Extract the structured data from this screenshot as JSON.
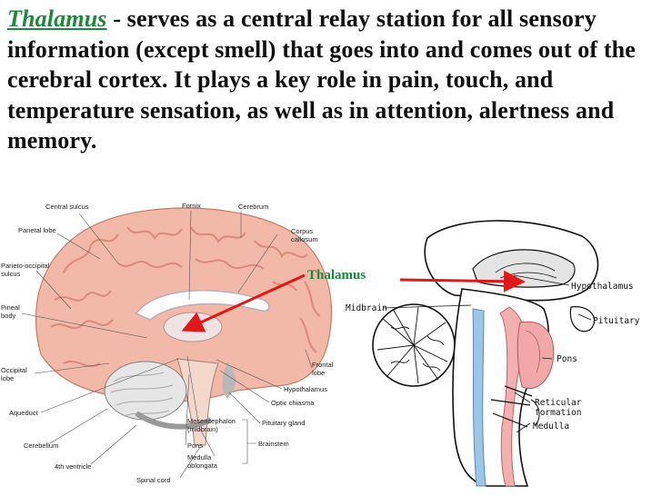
{
  "slide": {
    "term": "Thalamus",
    "description": " - serves as a central relay station for all sensory information (except smell) that goes into and comes out of the cerebral cortex. It plays a key role in pain, touch, and temperature sensation, as well as in attention, alertness and memory."
  },
  "left_diagram": {
    "labels": {
      "central_sulcus": "Central sulcus",
      "fornix": "Fornix",
      "cerebrum": "Cerebrum",
      "parietal_lobe": "Parietal lobe",
      "corpus_callosum_1": "Corpus",
      "corpus_callosum_2": "callosum",
      "parieto_occipital_1": "Parieto-occipital",
      "parieto_occipital_2": "sulcus",
      "pineal_1": "Pineal",
      "pineal_2": "body",
      "frontal_lobe_1": "Frontal",
      "frontal_lobe_2": "lobe",
      "occipital_lobe_1": "Occipital",
      "occipital_lobe_2": "lobe",
      "hypothalamus": "Hypothalamus",
      "optic_chiasma": "Optic chiasma",
      "aqueduct": "Aqueduct",
      "mesencephalon_1": "Mesencephalon",
      "mesencephalon_2": "(midbrain)",
      "pituitary_gland": "Pituitary gland",
      "cerebellum": "Cerebellum",
      "pons": "Pons",
      "brainstem": "Brainstem",
      "medulla_1": "Medulla",
      "medulla_2": "oblongata",
      "fourth_ventricle": "4th ventricle",
      "spinal_cord": "Spinal cord"
    }
  },
  "right_diagram": {
    "thalamus_label": "Thalamus",
    "labels": {
      "midbrain": "Midbrain",
      "hypothalamus": "Hypothalamus",
      "pituitary": "Pituitary",
      "pons": "Pons",
      "reticular_1": "Reticular",
      "reticular_2": "formation",
      "medulla": "Medulla"
    }
  },
  "colors": {
    "accent_green": "#1a8a3a",
    "arrow_red": "#e01818",
    "brain_pink": "#f2b8a8",
    "brain_fold": "#d98a78"
  }
}
